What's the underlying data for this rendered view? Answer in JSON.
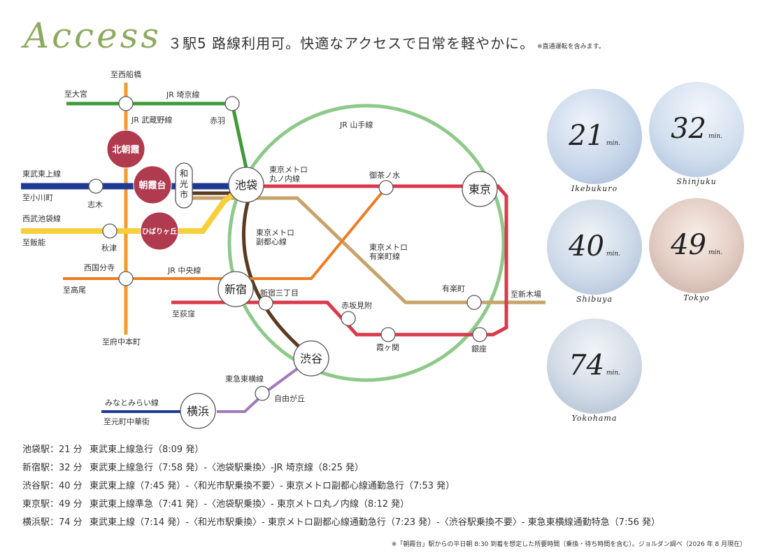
{
  "header": {
    "title": "Access",
    "subtitle": "３駅5 路線利用可。快適なアクセスで日常を軽やかに。",
    "note": "※直通運転を含みます。"
  },
  "map": {
    "colors": {
      "tobu_tojo": "#1f3a93",
      "seibu_ikebukuro": "#f7cf3a",
      "jr_musashino": "#f29a2e",
      "jr_saikyo": "#3f9a3a",
      "jr_yamanote": "#8fc98a",
      "marunouchi": "#d83a4a",
      "fukutoshin": "#5a3a20",
      "yurakucho": "#c6a36a",
      "jr_chuo": "#ee7d22",
      "toyoko": "#a27ab8",
      "minatomirai": "#1f3a93",
      "local_station": "#b03a4e"
    },
    "line_labels": {
      "jr_saikyo": "JR 埼京線",
      "jr_musashino": "JR 武蔵野線",
      "tobu_tojo": "東武東上線",
      "seibu_ikebukuro": "西武池袋線",
      "jr_yamanote": "JR 山手線",
      "marunouchi": "東京メトロ丸ノ内線",
      "fukutoshin": "東京メトロ副都心線",
      "yurakucho": "東京メトロ有楽町線",
      "jr_chuo": "JR 中央線",
      "toyoko": "東急東横線",
      "minatomirai": "みなとみらい線"
    },
    "directions": {
      "nishi_funabashi": "至西船橋",
      "omiya": "至大宮",
      "ogawamachi": "至小川町",
      "hanno": "至飯能",
      "takao": "至高尾",
      "ogikubo": "至荻窪",
      "fuchu_honmachi": "至府中本町",
      "shin_kiba": "至新木場",
      "motomachi_chukagai": "至元町中華街"
    },
    "stations": {
      "kitaasaka": "北朝霞",
      "asakadai": "朝霞台",
      "wakoshi": "和光市",
      "hibarigaoka": "ひばりヶ丘",
      "akabane": "赤羽",
      "shiki": "志木",
      "akitsu": "秋津",
      "nishikokubunji": "西国分寺",
      "ikebukuro": "池袋",
      "ochanomizu": "御茶ノ水",
      "tokyo": "東京",
      "shinjuku": "新宿",
      "shinjuku_sanchome": "新宿三丁目",
      "akasaka_mitsuke": "赤坂見附",
      "kasumigaseki": "霞ヶ関",
      "yurakucho": "有楽町",
      "ginza": "銀座",
      "shibuya": "渋谷",
      "jiyugaoka": "自由が丘",
      "yokohama": "横浜"
    }
  },
  "travel_times": [
    {
      "minutes": "21",
      "unit": "min.",
      "name": "Ikebukuro"
    },
    {
      "minutes": "32",
      "unit": "min.",
      "name": "Shinjuku"
    },
    {
      "minutes": "40",
      "unit": "min.",
      "name": "Shibuya"
    },
    {
      "minutes": "49",
      "unit": "min.",
      "name": "Tokyo"
    },
    {
      "minutes": "74",
      "unit": "min.",
      "name": "Yokohama"
    }
  ],
  "routes": [
    {
      "station": "池袋駅：21 分",
      "detail": "東武東上線急行（8:09 発）"
    },
    {
      "station": "新宿駅：32 分",
      "detail": "東武東上線急行（7:58 発）-〈池袋駅乗換〉-JR 埼京線（8:25 発）"
    },
    {
      "station": "渋谷駅：40 分",
      "detail": "東武東上線（7:45 発）-〈和光市駅乗換不要〉- 東京メトロ副都心線通勤急行（7:53 発）"
    },
    {
      "station": "東京駅：49 分",
      "detail": "東武東上線準急（7:41 発）-〈池袋駅乗換〉- 東京メトロ丸ノ内線（8:12 発）"
    },
    {
      "station": "横浜駅：74 分",
      "detail": "東武東上線（7:14 発）-〈和光市駅乗換〉- 東京メトロ副都心線通勤急行（7:23 発）-〈渋谷駅乗換不要〉- 東急東横線通勤特急（7:56 発）"
    }
  ],
  "footnote": "※「朝霞台」駅からの平日朝 8:30 到着を想定した所要時間（乗換・待ち時間を含む）。ジョルダン調べ（2026 年 8 月現在）"
}
